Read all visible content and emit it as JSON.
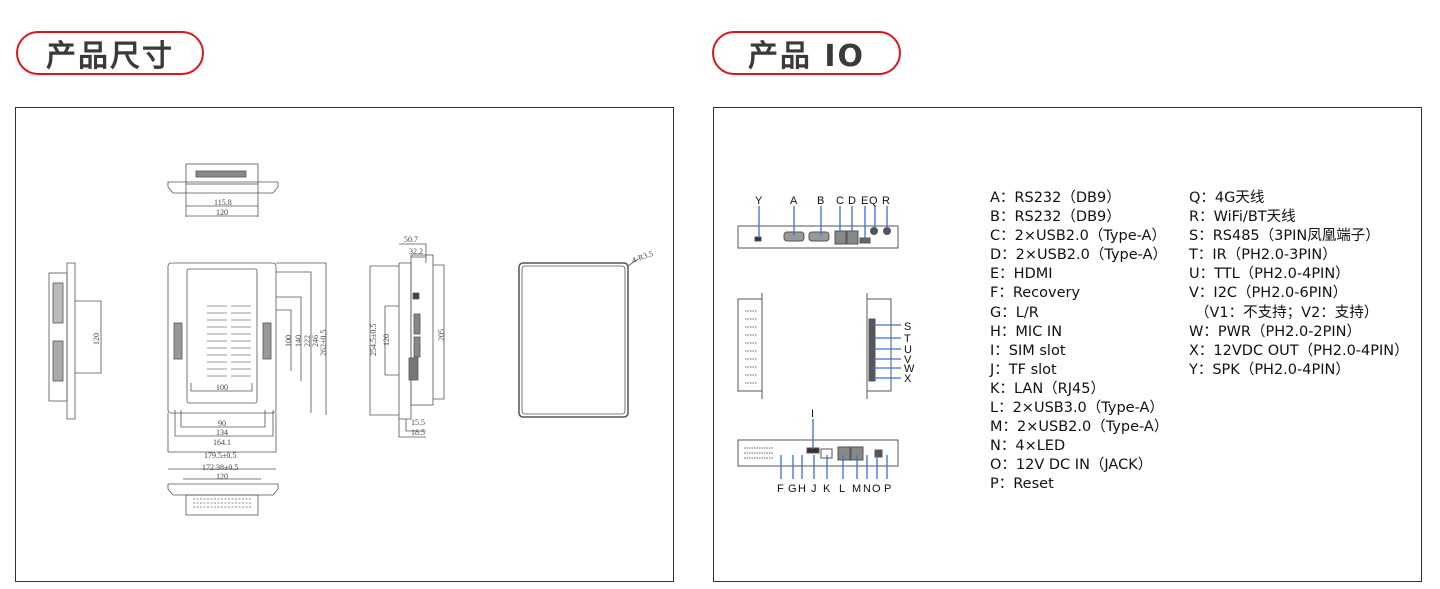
{
  "titles": {
    "dimensions": "产品尺寸",
    "io": "产品 IO"
  },
  "dimensions": {
    "top_view": [
      "115.8",
      "120"
    ],
    "front_view": [
      "100",
      "140",
      "222",
      "246",
      "262±0.5",
      "100",
      "90",
      "134",
      "164.1",
      "179.5±0.5"
    ],
    "bottom_view": [
      "172.38±0.5",
      "120"
    ],
    "side_view": [
      "50.7",
      "32.2",
      "254.5±0.5",
      "120",
      "205",
      "15.5",
      "18.5"
    ],
    "left_side_view": [
      "120"
    ],
    "screen_view": [
      "4-R3.5"
    ]
  },
  "io_labels": {
    "top": [
      "Y",
      "A",
      "B",
      "C",
      "D",
      "E",
      "Q",
      "R"
    ],
    "right": [
      "S",
      "T",
      "U",
      "V",
      "W",
      "X"
    ],
    "bottom_top": [
      "I"
    ],
    "bottom": [
      "F",
      "G",
      "H",
      "J",
      "K",
      "L",
      "M",
      "N",
      "O",
      "P"
    ]
  },
  "io_list_left": [
    "A：RS232（DB9）",
    "B：RS232（DB9）",
    "C：2×USB2.0（Type-A）",
    "D：2×USB2.0（Type-A）",
    "E：HDMI",
    "F：Recovery",
    "G：L/R",
    "H：MIC IN",
    "I：SIM slot",
    "J：TF slot",
    "K：LAN（RJ45）",
    "L：2×USB3.0（Type-A）",
    "M：2×USB2.0（Type-A）",
    "N：4×LED",
    "O：12V DC IN（JACK）",
    "P：Reset"
  ],
  "io_list_right": [
    "Q：4G天线",
    "R：WiFi/BT天线",
    "S：RS485（3PIN凤凰端子）",
    "T：IR（PH2.0-3PIN）",
    "U：TTL（PH2.0-4PIN）",
    "V：I2C（PH2.0-6PIN）",
    "（V1：不支持；V2：支持）",
    "W：PWR（PH2.0-2PIN）",
    "X：12VDC OUT（PH2.0-4PIN）",
    "Y：SPK（PH2.0-4PIN）"
  ],
  "colors": {
    "accent": "#e0141e",
    "callout": "#3a6fd8"
  }
}
